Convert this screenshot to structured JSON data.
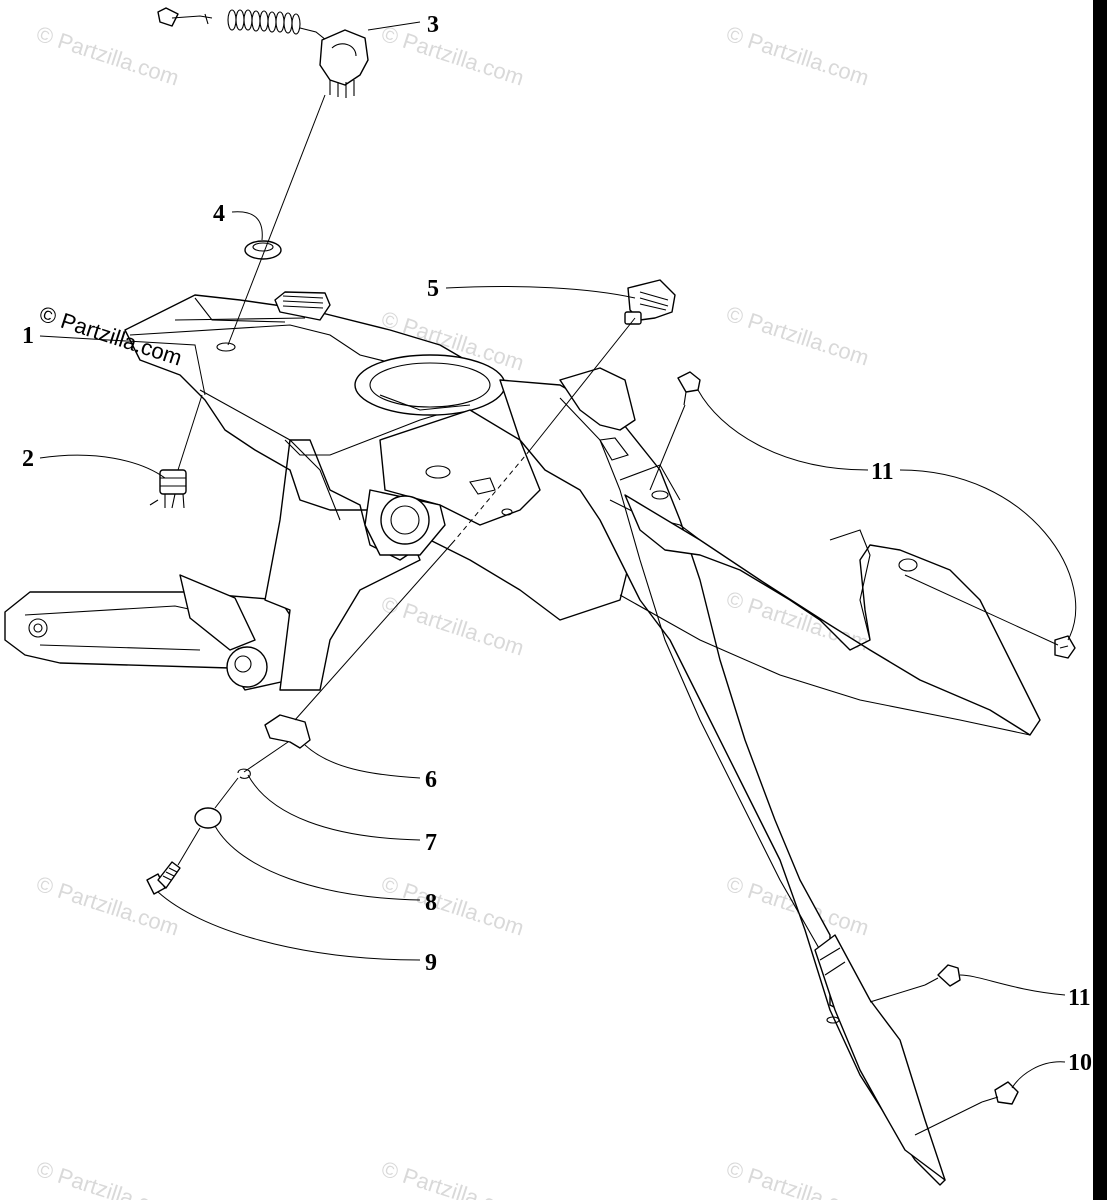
{
  "watermark": {
    "text": "© Partzilla.com",
    "overlay_text": "© Partzilla.com",
    "color": "#d9d9d9"
  },
  "callouts": [
    {
      "id": "1",
      "label": "1"
    },
    {
      "id": "2",
      "label": "2"
    },
    {
      "id": "3",
      "label": "3"
    },
    {
      "id": "4",
      "label": "4"
    },
    {
      "id": "5",
      "label": "5"
    },
    {
      "id": "6",
      "label": "6"
    },
    {
      "id": "7",
      "label": "7"
    },
    {
      "id": "8",
      "label": "8"
    },
    {
      "id": "9",
      "label": "9"
    },
    {
      "id": "10",
      "label": "10"
    },
    {
      "id": "11a",
      "label": "11"
    },
    {
      "id": "11b",
      "label": "11"
    }
  ],
  "colors": {
    "line": "#000000",
    "background": "#ffffff",
    "edge_bar": "#000000"
  }
}
